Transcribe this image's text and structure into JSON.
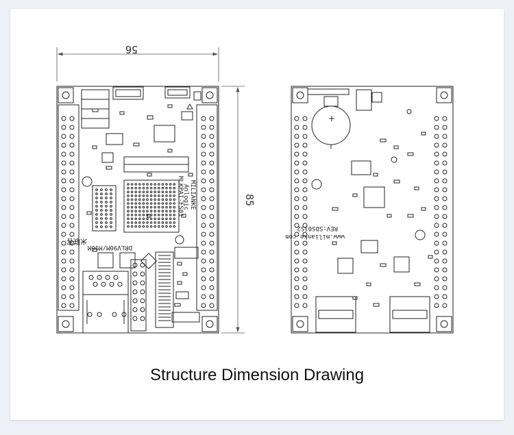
{
  "caption": "Structure Dimension Drawing",
  "dimensions": {
    "width_value": "56",
    "height_value": "85"
  },
  "front_board_text": {
    "brand": "MILIANKE",
    "vendor": "Anlogic",
    "model": "MLKPAI-FS01",
    "module": "DRLV90M/M90M",
    "logo_cn": "米联客"
  },
  "back_board_text": {
    "rev": "REV:SDS01S2",
    "site": "www.milianke.com"
  }
}
